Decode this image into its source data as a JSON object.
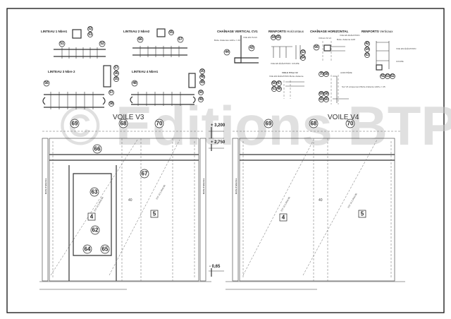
{
  "details": {
    "linteau1": {
      "title": "LINTEAU 1 Nbre1",
      "marks": [
        "52",
        "51",
        "51",
        "52"
      ]
    },
    "linteau2": {
      "title": "LINTEAU 2 Nbre2",
      "marks": [
        "55",
        "66",
        "67"
      ]
    },
    "linteau3": {
      "title": "LINTEAU 3 Nbre 2",
      "marks": [
        "56",
        "57",
        "56",
        "55",
        "57",
        "58"
      ]
    },
    "linteau4": {
      "title": "LINTEAU 4 Nbre1",
      "marks": [
        "48",
        "50",
        "48",
        "49",
        "50",
        "49"
      ]
    },
    "chainage_vertical": {
      "title": "CHAÎNAGE VERTICAL CV1",
      "view": "VUE EN PLAN",
      "note": "Boîte d'attentes HA8 e = 20",
      "marks": [
        "44",
        "43"
      ]
    },
    "renforts_horizontaux": {
      "title_bold": "RENFORTS",
      "title_rest": "Horizontaux",
      "view1": "VUE EN ÉLÉVATION",
      "view2": "COUPE",
      "marks": [
        "54",
        "55",
        "53",
        "64"
      ]
    },
    "chainage_horizontal": {
      "title": "CHAÎNAGE HORIZONTAL",
      "view": "VUE EN ÉLÉVATION",
      "sub": "VOILE V3-V4",
      "note": "Boîte d'attente HA8",
      "marks": [
        "66"
      ]
    },
    "renforts_verticaux": {
      "title_bold": "RENFORTS",
      "title_rest": "Verticaux",
      "view": "VUE EN ÉLÉVATION",
      "view2": "COUPE",
      "marks": [
        "42",
        "54",
        "63",
        "41",
        "63",
        "62"
      ]
    },
    "voile_pv1": {
      "title": "VOILE PV1et V2",
      "view": "VUE EN ÉLÉVATION Boîte d'attente",
      "marks": [
        "60",
        "47",
        "61",
        "46"
      ]
    },
    "acrotere": {
      "title": "ACROTÈRE",
      "note": "Sur V3 uniquement Boîte d'attente HA8 e = 25",
      "marks": [
        "70",
        "58",
        "69",
        "58",
        "65",
        "60"
      ]
    }
  },
  "voile_v3": {
    "title": "VOILE V3",
    "top_marks": [
      "69",
      "68",
      "70"
    ],
    "marks": {
      "m66": "66",
      "m67": "67",
      "m63": "63",
      "m62": "62",
      "m64": "64",
      "m65": "65"
    },
    "boxes": [
      "4",
      "5"
    ],
    "dim": "40",
    "side_label": "Boîte d'attentes",
    "diag1": "2ST 10 2,00x3,80",
    "diag2": "2ST 10 2,00x3,80"
  },
  "voile_v4": {
    "title": "VOILE V4",
    "top_marks": [
      "69",
      "68",
      "70"
    ],
    "boxes": [
      "4",
      "5"
    ],
    "dim": "40",
    "side_label": "Boîte d'attentes",
    "diag1": "2ST 10 2,00x3,80",
    "diag2": "2ST 10 2,00x3,80"
  },
  "levels": [
    "+ 3,200",
    "+ 2,750",
    "- 0,65"
  ],
  "watermark": "© Editions BTP"
}
